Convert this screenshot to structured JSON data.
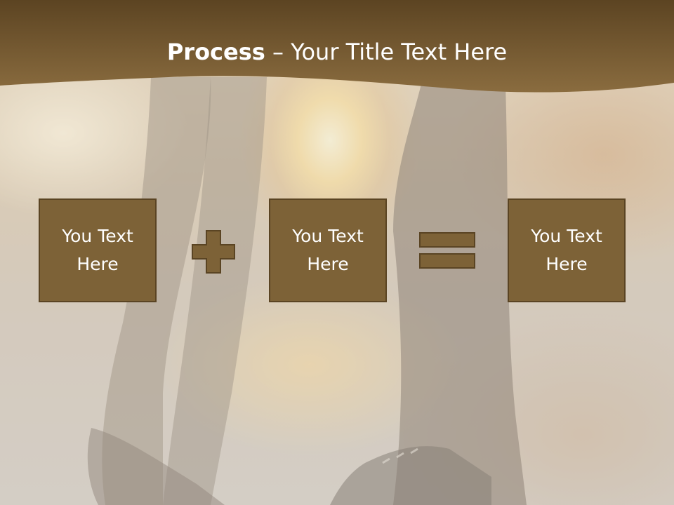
{
  "slide": {
    "title_bold": "Process",
    "title_rest": " – Your Title Text Here",
    "boxes": [
      {
        "line1": "You Text",
        "line2": "Here"
      },
      {
        "line1": "You Text",
        "line2": "Here"
      },
      {
        "line1": "You Text",
        "line2": "Here"
      }
    ],
    "operators": [
      "plus-icon",
      "equals-icon"
    ]
  },
  "colors": {
    "banner": "#7a5d33",
    "box_fill": "#7d6237",
    "box_border": "#5a4423",
    "text": "#ffffff"
  }
}
